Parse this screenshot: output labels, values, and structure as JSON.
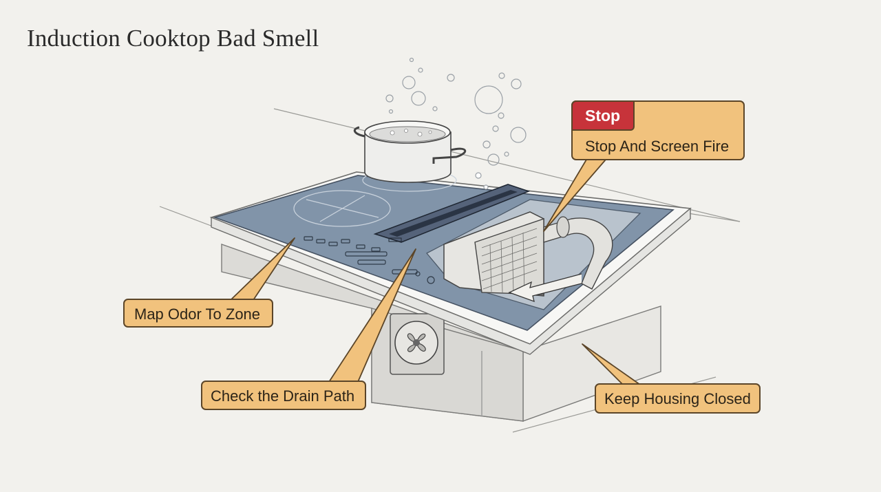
{
  "title": "Induction Cooktop Bad Smell",
  "callouts": {
    "stop": {
      "badge": "Stop",
      "text": "Stop And Screen Fire"
    },
    "map_odor": {
      "text": "Map Odor To Zone"
    },
    "drain": {
      "text": "Check the Drain Path"
    },
    "housing": {
      "text": "Keep Housing Closed"
    }
  },
  "colors": {
    "background": "#f2f1ed",
    "callout_fill": "#f1c27d",
    "stop_badge": "#c7333a",
    "cooktop_glass": "#7d90a6"
  }
}
